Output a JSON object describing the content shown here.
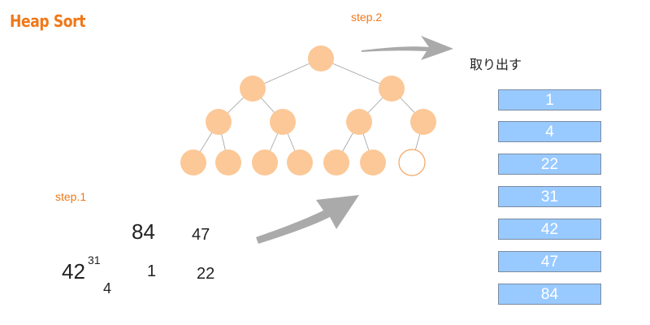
{
  "title": "Heap Sort",
  "step1_label": "step.1",
  "step2_label": "step.2",
  "extract_label": "取り出す",
  "colors": {
    "accent": "#f07818",
    "node_fill": "#fcc897",
    "node_outline": "#f5a460",
    "box_fill": "#99caff",
    "arrow": "#aaaaaa"
  },
  "input_numbers": [
    "84",
    "47",
    "42",
    "31",
    "1",
    "22",
    "4"
  ],
  "sorted_output": [
    "1",
    "4",
    "22",
    "31",
    "42",
    "47",
    "84"
  ],
  "tree": {
    "filled_nodes": 14,
    "empty_nodes": 1
  }
}
